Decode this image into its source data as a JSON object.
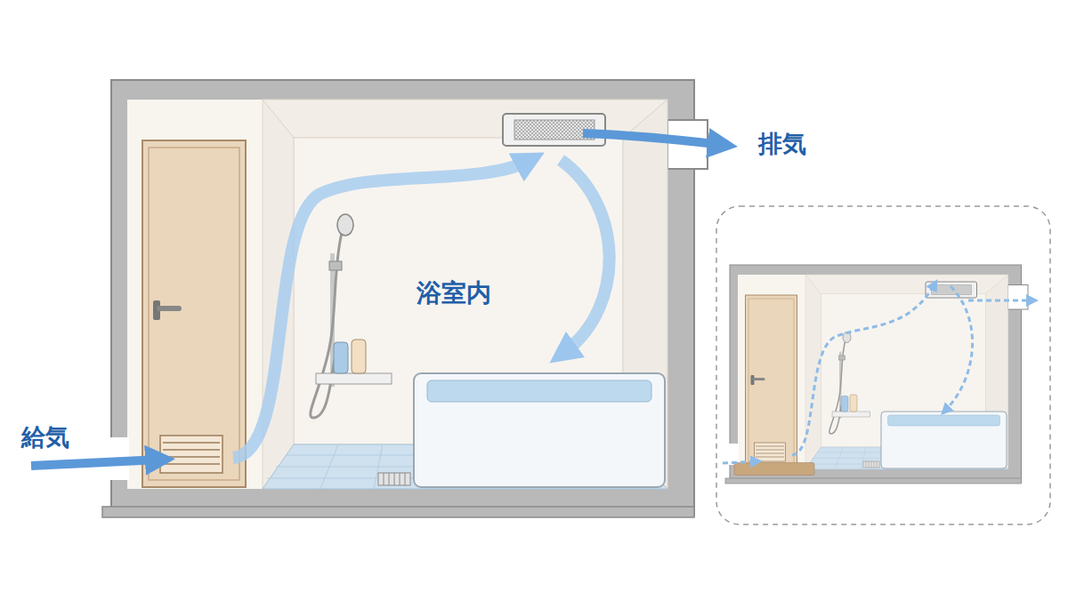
{
  "diagram": {
    "labels": [
      "給気",
      "浴室内",
      "排気"
    ]
  }
}
